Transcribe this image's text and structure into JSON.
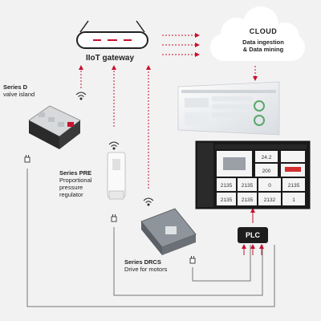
{
  "gateway": {
    "label": "IIoT gateway",
    "icon": "router-icon"
  },
  "cloud": {
    "title": "CLOUD",
    "line1": "Data ingestion",
    "line2": "& Data mining"
  },
  "devices": [
    {
      "name": "Series D",
      "desc1": "valve island",
      "desc2": "",
      "desc3": ""
    },
    {
      "name": "Series PRE",
      "desc1": "Proportional",
      "desc2": "pressure",
      "desc3": "regulator"
    },
    {
      "name": "Series DRCS",
      "desc1": "Drive for motors",
      "desc2": "",
      "desc3": ""
    }
  ],
  "plc": {
    "label": "PLC"
  },
  "hmi": {
    "values": [
      "24.2",
      "200",
      "2135",
      "2135",
      "0",
      "2135",
      "2135",
      "2135",
      "2132",
      "1"
    ]
  },
  "colors": {
    "arrow": "#c8102e",
    "line": "#6e6e6e",
    "accent": "#d32f2f",
    "dark": "#1d1d1d"
  }
}
